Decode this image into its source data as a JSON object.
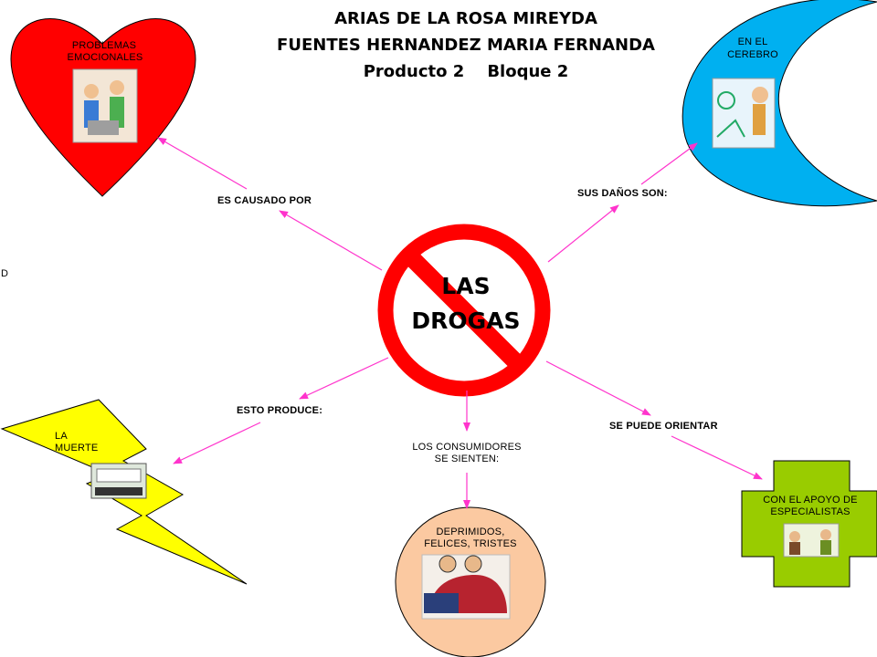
{
  "header": {
    "line1": "ARIAS DE LA ROSA MIREYDA",
    "line2": "FUENTES HERNANDEZ MARIA FERNANDA",
    "line3": "Producto 2    Bloque 2"
  },
  "center": {
    "line1": "LAS",
    "line2": "DROGAS"
  },
  "branches": {
    "causes": {
      "connector": "ES CAUSADO POR",
      "node_line1": "PROBLEMAS",
      "node_line2": "EMOCIONALES"
    },
    "damages": {
      "connector": "SUS DAÑOS SON:",
      "node_line1": "EN EL",
      "node_line2": "CEREBRO"
    },
    "produces": {
      "connector": "ESTO PRODUCE:",
      "node_line1": "LA",
      "node_line2": "MUERTE"
    },
    "feelings": {
      "connector_line1": "LOS CONSUMIDORES",
      "connector_line2": "SE SIENTEN:",
      "node_line1": "DEPRIMIDOS,",
      "node_line2": "FELICES, TRISTES"
    },
    "guidance": {
      "connector": "SE PUEDE ORIENTAR",
      "node_line1": "CON EL APOYO DE",
      "node_line2": "ESPECIALISTAS"
    }
  },
  "stray_char": "D",
  "colors": {
    "arrow": "#ff33cc",
    "heart": "#ff0000",
    "moon": "#00b0f0",
    "bolt": "#ffff00",
    "circle": "#fbc9a1",
    "cross": "#99cc00",
    "prohibition": "#ff0000"
  }
}
